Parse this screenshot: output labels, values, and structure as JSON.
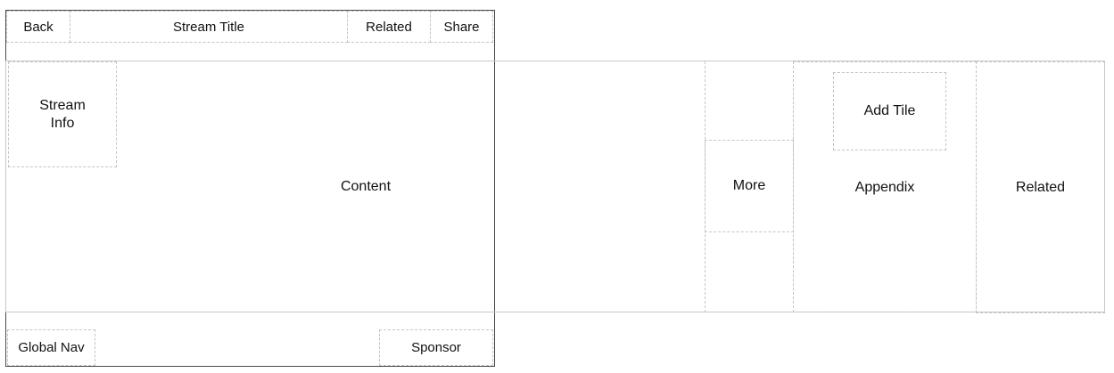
{
  "header": {
    "back_label": "Back",
    "title_label": "Stream Title",
    "related_label": "Related",
    "share_label": "Share"
  },
  "content": {
    "stream_info_label": "Stream Info",
    "content_label": "Content",
    "more_label": "More",
    "add_tile_label": "Add Tile",
    "appendix_label": "Appendix",
    "related_label": "Related"
  },
  "footer": {
    "global_nav_label": "Global Nav",
    "sponsor_label": "Sponsor"
  }
}
